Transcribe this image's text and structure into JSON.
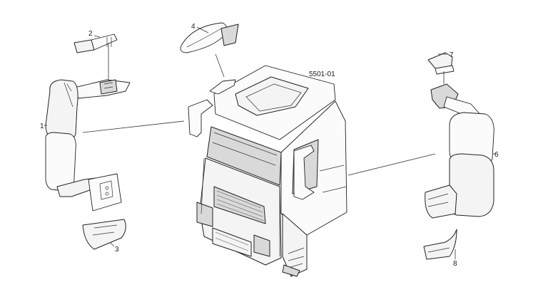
{
  "diagram": {
    "reference_code": "5501-01",
    "callouts": [
      "1",
      "2",
      "3",
      "4",
      "6",
      "7",
      "8"
    ]
  }
}
